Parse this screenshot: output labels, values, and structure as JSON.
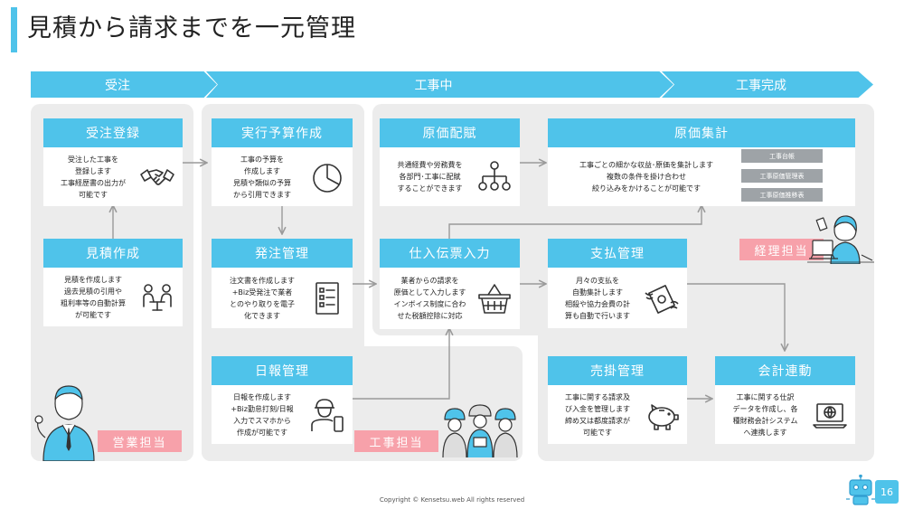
{
  "title": "見積から請求までを一元管理",
  "phases": {
    "order": "受注",
    "in_progress": "工事中",
    "complete": "工事完成"
  },
  "cards": {
    "order_registration": {
      "title": "受注登録",
      "text": "受注した工事を\n登録します\n工事経歴書の出力が\n可能です",
      "icon": "handshake-icon"
    },
    "estimate": {
      "title": "見積作成",
      "text": "見積を作成します\n過去見積の引用や\n粗利率等の自動計算\nが可能です",
      "icon": "meeting-icon"
    },
    "budget": {
      "title": "実行予算作成",
      "text": "工事の予算を\n作成します\n見積や類似の予算\nから引用できます",
      "icon": "pie-chart-icon"
    },
    "purchase_order": {
      "title": "発注管理",
      "text": "注文書を作成します\n+Biz受発注で業者\nとのやり取りを電子\n化できます",
      "icon": "checklist-icon"
    },
    "daily_report": {
      "title": "日報管理",
      "text": "日報を作成します\n+Biz勤怠打刻/日報\n入力でスマホから\n作成が可能です",
      "icon": "worker-phone-icon"
    },
    "cost_allocation": {
      "title": "原価配賦",
      "text": "共通経費や労務費を\n各部門･工事に配賦\nすることができます",
      "icon": "org-chart-icon"
    },
    "invoice_entry": {
      "title": "仕入伝票入力",
      "text": "業者からの請求を\n原価として入力します\nインボイス制度に合わ\nせた税額控除に対応",
      "icon": "basket-icon"
    },
    "cost_summary": {
      "title": "原価集計",
      "text": "工事ごとの細かな収益･原価を集計します\n複数の条件を掛け合わせ\n絞り込みをかけることが可能です"
    },
    "payment": {
      "title": "支払管理",
      "text": "月々の支払を\n自動集計します\n相殺や協力会費の計\n算も自動で行います",
      "icon": "money-wings-icon"
    },
    "receivables": {
      "title": "売掛管理",
      "text": "工事に関する請求及\nび入金を管理します\n締め又は都度請求が\n可能です",
      "icon": "piggy-bank-icon"
    },
    "accounting": {
      "title": "会計連動",
      "text": "工事に関する仕訳\nデータを作成し、各\n種財務会計システム\nへ連携します",
      "icon": "laptop-globe-icon"
    }
  },
  "ledgers": [
    "工事台帳",
    "工事原価管理表",
    "工事原価推移表"
  ],
  "roles": {
    "sales": "営業担当",
    "construction": "工事担当",
    "accounting": "経理担当"
  },
  "footer": {
    "copyright": "Copyright © Kensetsu.web All rights reserved",
    "page": "16"
  },
  "colors": {
    "accent": "#4fc3ea",
    "panel": "#ececec",
    "role": "#f7a1aa",
    "ledger": "#9ea3a7",
    "connector": "#9a9a9a"
  }
}
